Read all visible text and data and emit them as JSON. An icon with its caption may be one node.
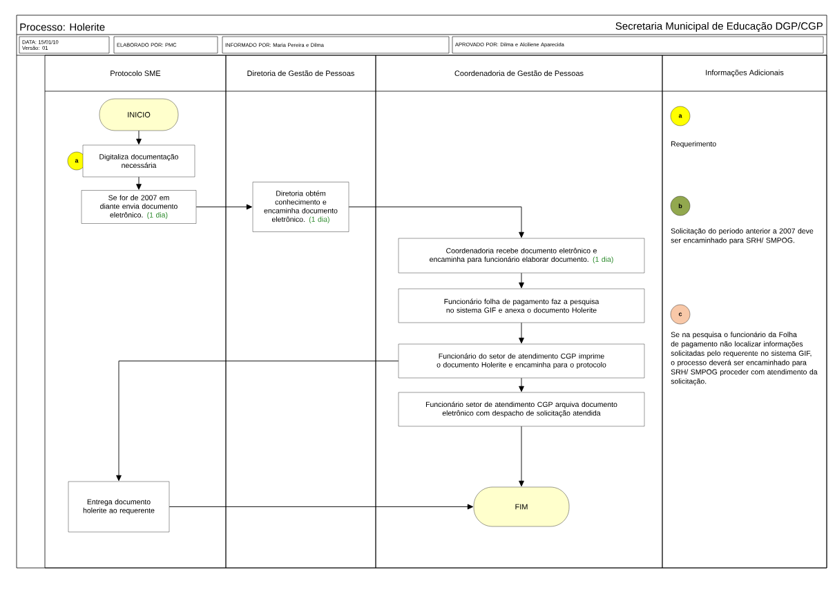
{
  "diagram": {
    "title": "Processo: Holerite",
    "nodes": [
      {
        "text": [
          "DATA: 15/01/10",
          "Versão: 01"
        ]
      },
      {
        "text": [
          "ELABORADO POR: PMC"
        ]
      },
      {
        "text": [
          "INFORMADO POR: Maria Pereira e Dilma"
        ]
      },
      {
        "text": [
          "APROVADO POR:  Dilma e Alciliene Aparecida"
        ]
      },
      {
        "text": [
          "Protocolo SME"
        ]
      },
      {
        "text": [
          "Diretoria de Gestão de Pessoas"
        ]
      },
      {
        "text": [
          "Coordenadoria de Gestão de Pessoas"
        ]
      },
      {
        "text": [
          "Informações Adicionais"
        ]
      },
      {
        "text": [
          "INICIO"
        ],
        "in": 4
      },
      {
        "text": [
          "a"
        ],
        "in": 4
      },
      {
        "text": [
          "Digitaliza documentação necessária"
        ],
        "in": 4
      },
      {
        "text": [
          "Se for de 2007 em diante envia documento eletrônico.",
          "(1 dia)"
        ],
        "in": 4
      },
      {
        "text": [
          "Diretoria obtém conhecimento e encaminha documento eletrônico.",
          "(1 dia)"
        ],
        "in": 5
      },
      {
        "text": [
          "Coordenadoria recebe documento eletrônico e encaminha para funcionário elaborar documento.",
          "(1 dia)"
        ],
        "in": 6
      },
      {
        "text": [
          "Funcionário folha de pagamento faz a pesquisa no sistema GIF e anexa  o documento Holerite"
        ],
        "in": 6
      },
      {
        "text": [
          "Funcionário do setor de atendimento CGP imprime o documento Holerite e encaminha para o protocolo"
        ],
        "in": 6
      },
      {
        "text": [
          "Funcionário setor de atendimento CGP arquiva documento eletrônico com despacho de solicitação atendida"
        ],
        "in": 6
      },
      {
        "text": [
          "Entrega documento holerite ao requerente"
        ],
        "in": 4
      },
      {
        "text": [
          "FIM"
        ],
        "in": 6
      },
      {
        "text": [
          "a"
        ],
        "in": 7,
        "beside": [
          "Requerimento"
        ]
      },
      {
        "text": [
          "b"
        ],
        "in": 7,
        "beside": [
          "Solicitação do período anterior a 2007 deve ser encaminhado para SRH/ SMPOG."
        ]
      },
      {
        "text": [
          "c"
        ],
        "in": 7,
        "beside": [
          "Se na pesquisa o funcionário da Folha de pagamento não localizar informações solicitadas pelo requerente no sistema GIF, o processo deverá ser encaminhado para SRH/ SMPOG proceder com atendimento da solicitação."
        ]
      }
    ],
    "edges": [
      {
        "from": 8,
        "to": 10,
        "arrow": "to"
      },
      {
        "from": 10,
        "to": 11,
        "arrow": "to"
      },
      {
        "from": 11,
        "to": 12,
        "arrow": "to"
      },
      {
        "from": 12,
        "to": 13,
        "arrow": "to"
      },
      {
        "from": 13,
        "to": 14,
        "arrow": "to"
      },
      {
        "from": 14,
        "to": 15,
        "arrow": "to"
      },
      {
        "from": 15,
        "to": 17,
        "arrow": "to"
      },
      {
        "from": 15,
        "to": 16,
        "arrow": "to"
      },
      {
        "from": 16,
        "to": 18,
        "arrow": "to"
      },
      {
        "from": 17,
        "to": 18,
        "arrow": "to"
      }
    ],
    "labels": [
      "Secretaria Municipal de Educação DGP/CGP"
    ]
  }
}
